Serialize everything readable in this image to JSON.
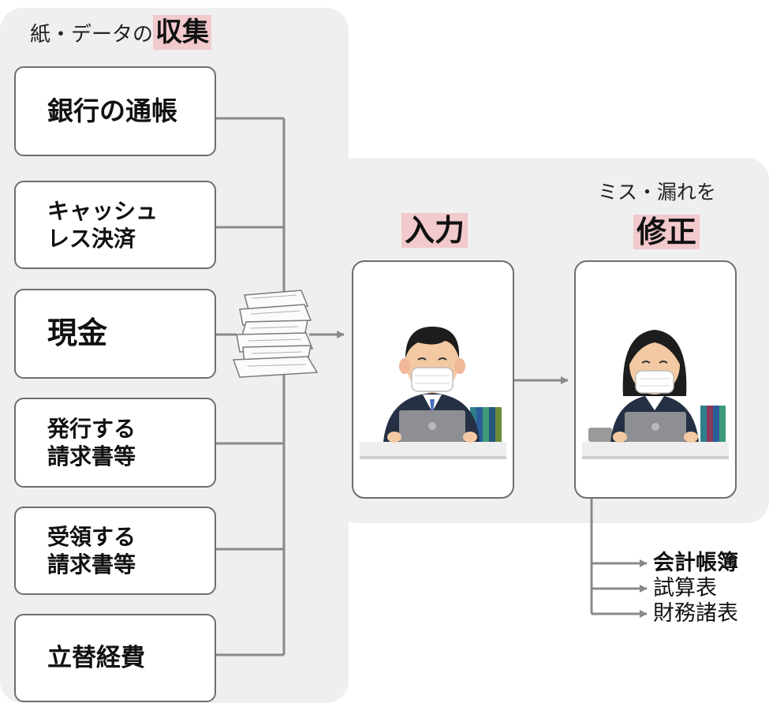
{
  "collect": {
    "prefix": "紙・データの",
    "highlight": "収集"
  },
  "sources": [
    {
      "label": "銀行の通帳"
    },
    {
      "label": "キャッシュ\nレス決済"
    },
    {
      "label": "現金"
    },
    {
      "label": "発行する\n請求書等"
    },
    {
      "label": "受領する\n請求書等"
    },
    {
      "label": "立替経費"
    }
  ],
  "steps": {
    "input": {
      "label": "入力"
    },
    "fix": {
      "pre": "ミス・漏れを",
      "label": "修正"
    }
  },
  "outputs": [
    {
      "label": "会計帳簿",
      "bold": true
    },
    {
      "label": "試算表",
      "bold": false
    },
    {
      "label": "財務諸表",
      "bold": false
    }
  ],
  "colors": {
    "panel": "#efefef",
    "highlight": "#f2c9cd",
    "connector": "#8a8a8a",
    "box_border": "#6e6e6e"
  },
  "icons": [
    "paper-stack-icon",
    "man-with-mask-at-laptop-icon",
    "woman-with-mask-at-laptop-icon"
  ]
}
